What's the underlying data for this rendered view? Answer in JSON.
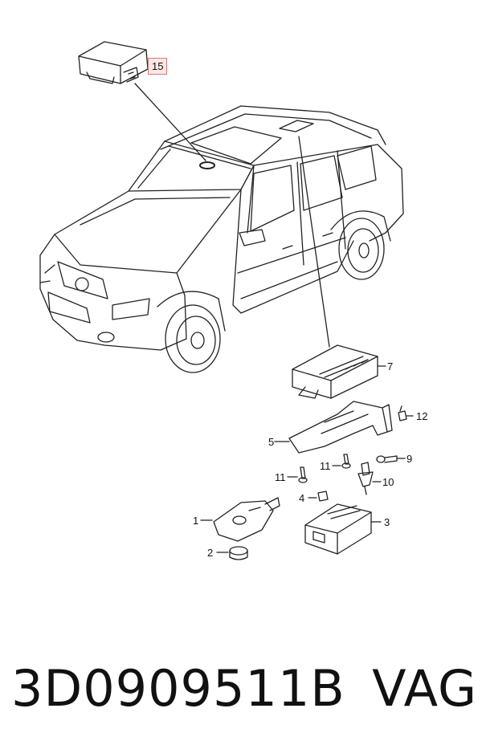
{
  "callouts": {
    "c15": "15",
    "c7": "7",
    "c12": "12",
    "c5": "5",
    "c9": "9",
    "c11a": "11",
    "c11b": "11",
    "c10": "10",
    "c4": "4",
    "c1": "1",
    "c3": "3",
    "c2": "2"
  },
  "footer": {
    "part_number": "3D0909511B",
    "brand": "VAG"
  },
  "colors": {
    "line": "#222222",
    "highlight_box": "#fbe6e6",
    "highlight_border": "#e07878"
  }
}
